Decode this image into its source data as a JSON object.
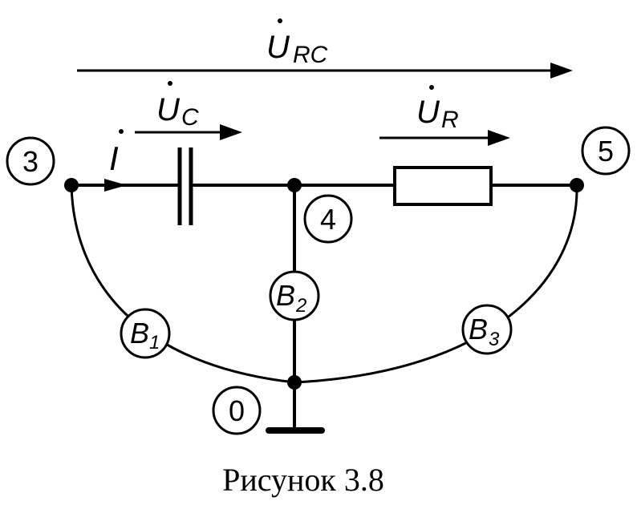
{
  "voltages": {
    "u_rc": {
      "symbol": "U",
      "sub": "RC"
    },
    "u_c": {
      "symbol": "U",
      "sub": "C"
    },
    "u_r": {
      "symbol": "U",
      "sub": "R"
    },
    "current": {
      "symbol": "I"
    }
  },
  "nodes": {
    "n3": "3",
    "n4": "4",
    "n5": "5",
    "n0": "0"
  },
  "voltmeters": {
    "b1": {
      "symbol": "B",
      "sub": "1"
    },
    "b2": {
      "symbol": "B",
      "sub": "2"
    },
    "b3": {
      "symbol": "B",
      "sub": "3"
    }
  },
  "caption": "Рисунок 3.8"
}
